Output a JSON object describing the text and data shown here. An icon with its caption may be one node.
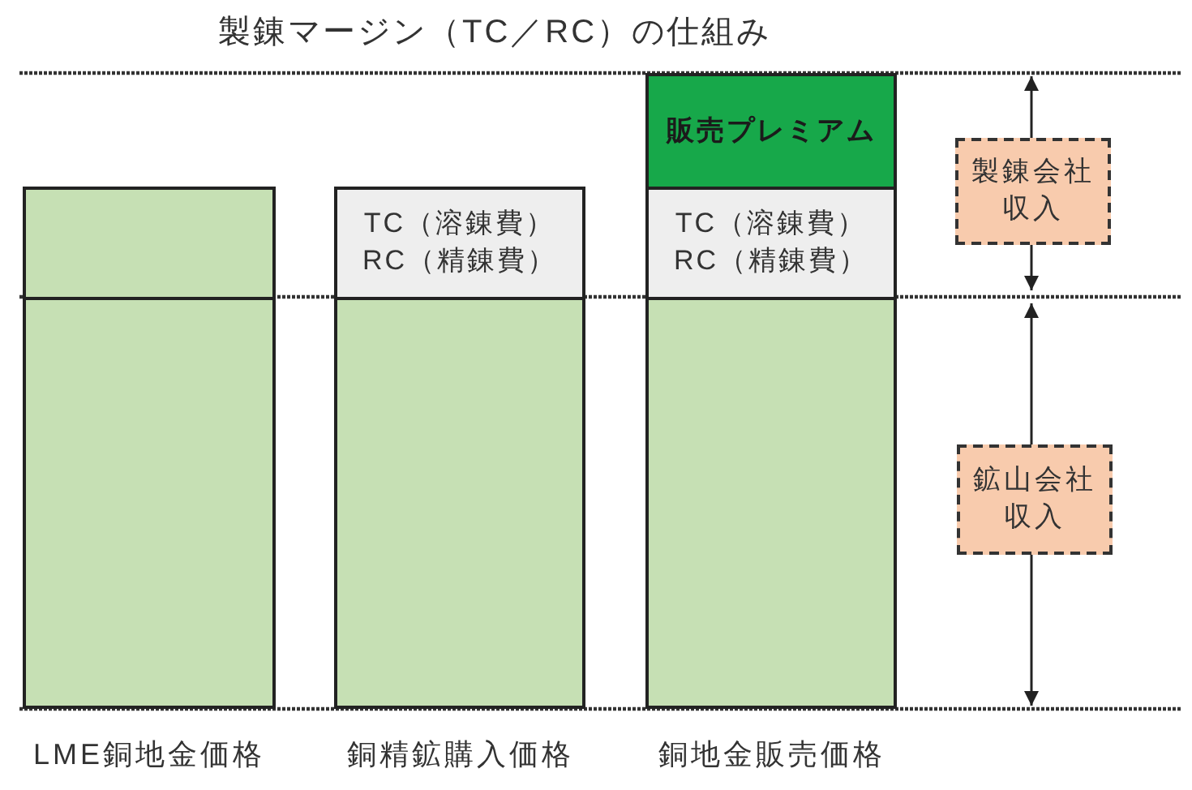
{
  "diagram": {
    "title": "製錬マージン（TC／RC）の仕組み",
    "nodes": [
      {
        "text": [],
        "shape": "box"
      },
      {
        "text": [],
        "shape": "box"
      },
      {
        "text": [
          "TC（溶錬費）",
          "RC（精錬費）"
        ]
      },
      {
        "text": [],
        "shape": "box"
      },
      {
        "text": [
          "販売プレミアム"
        ]
      },
      {
        "text": [
          "TC（溶錬費）",
          "RC（精錬費）"
        ]
      },
      {
        "text": [],
        "shape": "box"
      },
      {
        "text": [
          "製錬会社収入"
        ]
      },
      {
        "text": [
          "鉱山会社収入"
        ]
      }
    ],
    "labels": [
      "LME銅地金価格",
      "銅精鉱購入価格",
      "銅地金販売価格"
    ]
  }
}
